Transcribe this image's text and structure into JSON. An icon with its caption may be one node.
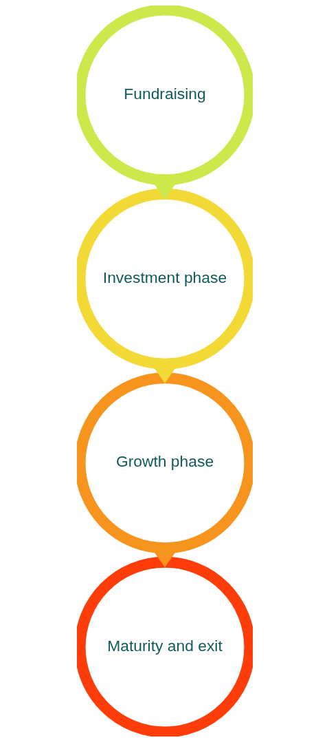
{
  "diagram": {
    "nodes": [
      {
        "text": [
          "Fundraising"
        ]
      },
      {
        "text": [
          "Investment phase"
        ]
      },
      {
        "text": [
          "Growth phase"
        ]
      },
      {
        "text": [
          "Maturity and exit"
        ]
      }
    ],
    "edges": [
      {
        "from": 0,
        "to": 1,
        "arrow": "to",
        "style": "thick",
        "color": "#cbe94a"
      },
      {
        "from": 1,
        "to": 2,
        "arrow": "to",
        "style": "thick",
        "color": "#f2d935"
      },
      {
        "from": 2,
        "to": 3,
        "arrow": "to",
        "style": "thick",
        "color": "#f7941e"
      }
    ]
  }
}
